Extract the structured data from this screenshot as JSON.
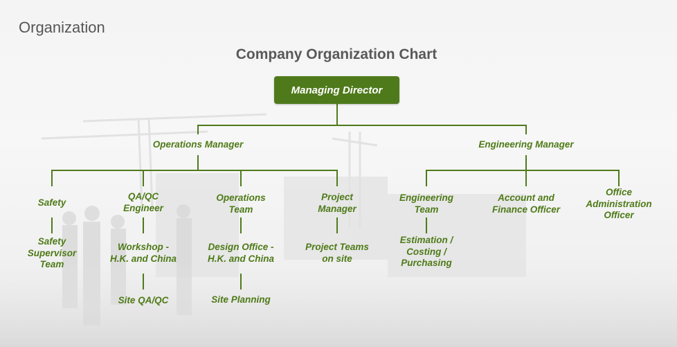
{
  "page": {
    "heading": "Organization",
    "chart_title": "Company Organization Chart"
  },
  "colors": {
    "accent": "#4f7a1b",
    "text": "#4e7a17",
    "line": "#4f7a1b"
  },
  "chart": {
    "root": "Managing Director",
    "nodes": {
      "operations_manager": "Operations Manager",
      "engineering_manager": "Engineering Manager",
      "safety": "Safety",
      "safety_supervisor_team": "Safety\nSupervisor\nTeam",
      "qa_qc_engineer": "QA/QC\nEngineer",
      "workshop": "Workshop -\nH.K. and China",
      "site_qa_qc": "Site QA/QC",
      "operations_team": "Operations\nTeam",
      "design_office": "Design Office -\nH.K. and China",
      "site_planning": "Site Planning",
      "project_manager": "Project\nManager",
      "project_teams": "Project Teams\non site",
      "engineering_team": "Engineering\nTeam",
      "estimation": "Estimation /\nCosting /\nPurchasing",
      "account_finance": "Account and\nFinance Officer",
      "office_admin": "Office\nAdministration\nOfficer"
    }
  }
}
